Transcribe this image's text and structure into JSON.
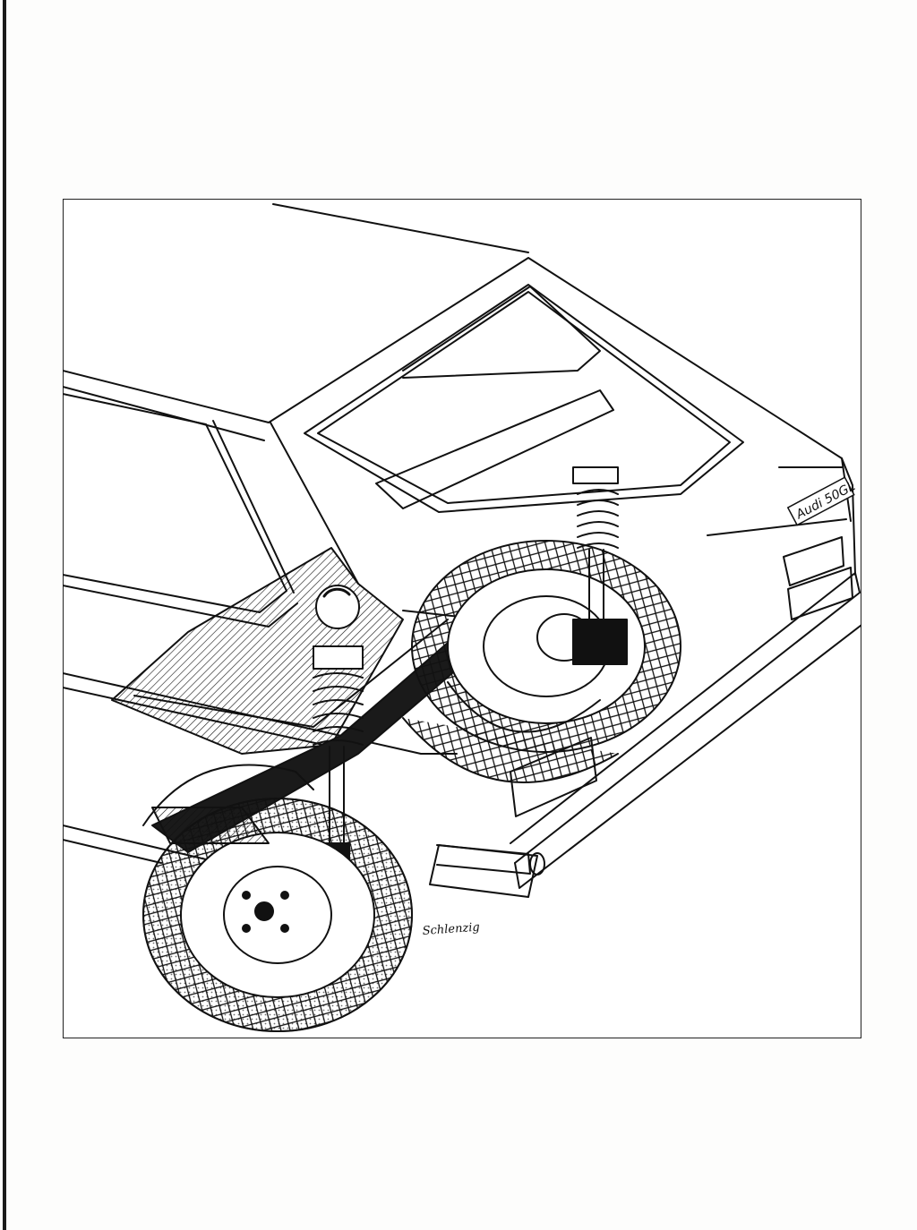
{
  "badge": {
    "text": "Audi 50GL"
  },
  "signature": {
    "text": "Schlenzig"
  },
  "colors": {
    "ink": "#111111",
    "paper": "#ffffff",
    "edge": "#1a1a1a"
  },
  "icons": [
    "car-body-outline",
    "coil-spring",
    "wheel",
    "spare-wheel",
    "fuel-cap",
    "exhaust-pipe",
    "axle-beam"
  ]
}
